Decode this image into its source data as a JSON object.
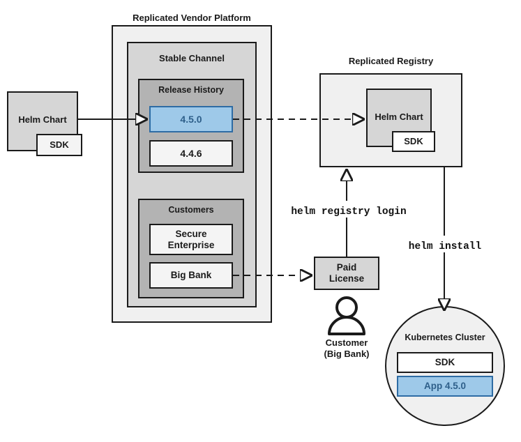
{
  "diagram": {
    "title_vendor_platform": "Replicated Vendor Platform",
    "title_registry": "Replicated Registry",
    "colors": {
      "highlight_fill": "#9ec9e9",
      "highlight_border": "#2e6ca4",
      "highlight_text": "#2e5f8a",
      "stroke": "#1a1a1a",
      "outer_fill": "#f0f0f0",
      "mid_fill": "#d6d6d6",
      "inner_fill": "#b3b3b3",
      "item_fill": "#f4f4f4"
    }
  },
  "source_chart": {
    "label": "Helm Chart",
    "sdk_label": "SDK"
  },
  "vendor_platform": {
    "label": "Replicated Vendor Platform",
    "stable_channel": {
      "label": "Stable Channel",
      "release_history": {
        "label": "Release History",
        "releases": [
          {
            "version": "4.5.0",
            "highlighted": true
          },
          {
            "version": "4.4.6",
            "highlighted": false
          }
        ]
      },
      "customers": {
        "label": "Customers",
        "items": [
          {
            "name": "Secure\nEnterprise",
            "line1": "Secure",
            "line2": "Enterprise"
          },
          {
            "name": "Big Bank",
            "line1": "Big Bank",
            "line2": ""
          }
        ]
      }
    }
  },
  "registry": {
    "label": "Replicated Registry",
    "chart_label": "Helm Chart",
    "sdk_label": "SDK"
  },
  "license": {
    "line1": "Paid",
    "line2": "License"
  },
  "customer_actor": {
    "icon": "person-icon",
    "line1": "Customer",
    "line2": "(Big Bank)"
  },
  "cluster": {
    "label": "Kubernetes Cluster",
    "components": [
      {
        "label": "SDK",
        "highlighted": false
      },
      {
        "label": "App 4.5.0",
        "highlighted": true
      }
    ]
  },
  "commands": {
    "registry_login": "helm registry login",
    "install": "helm install"
  }
}
